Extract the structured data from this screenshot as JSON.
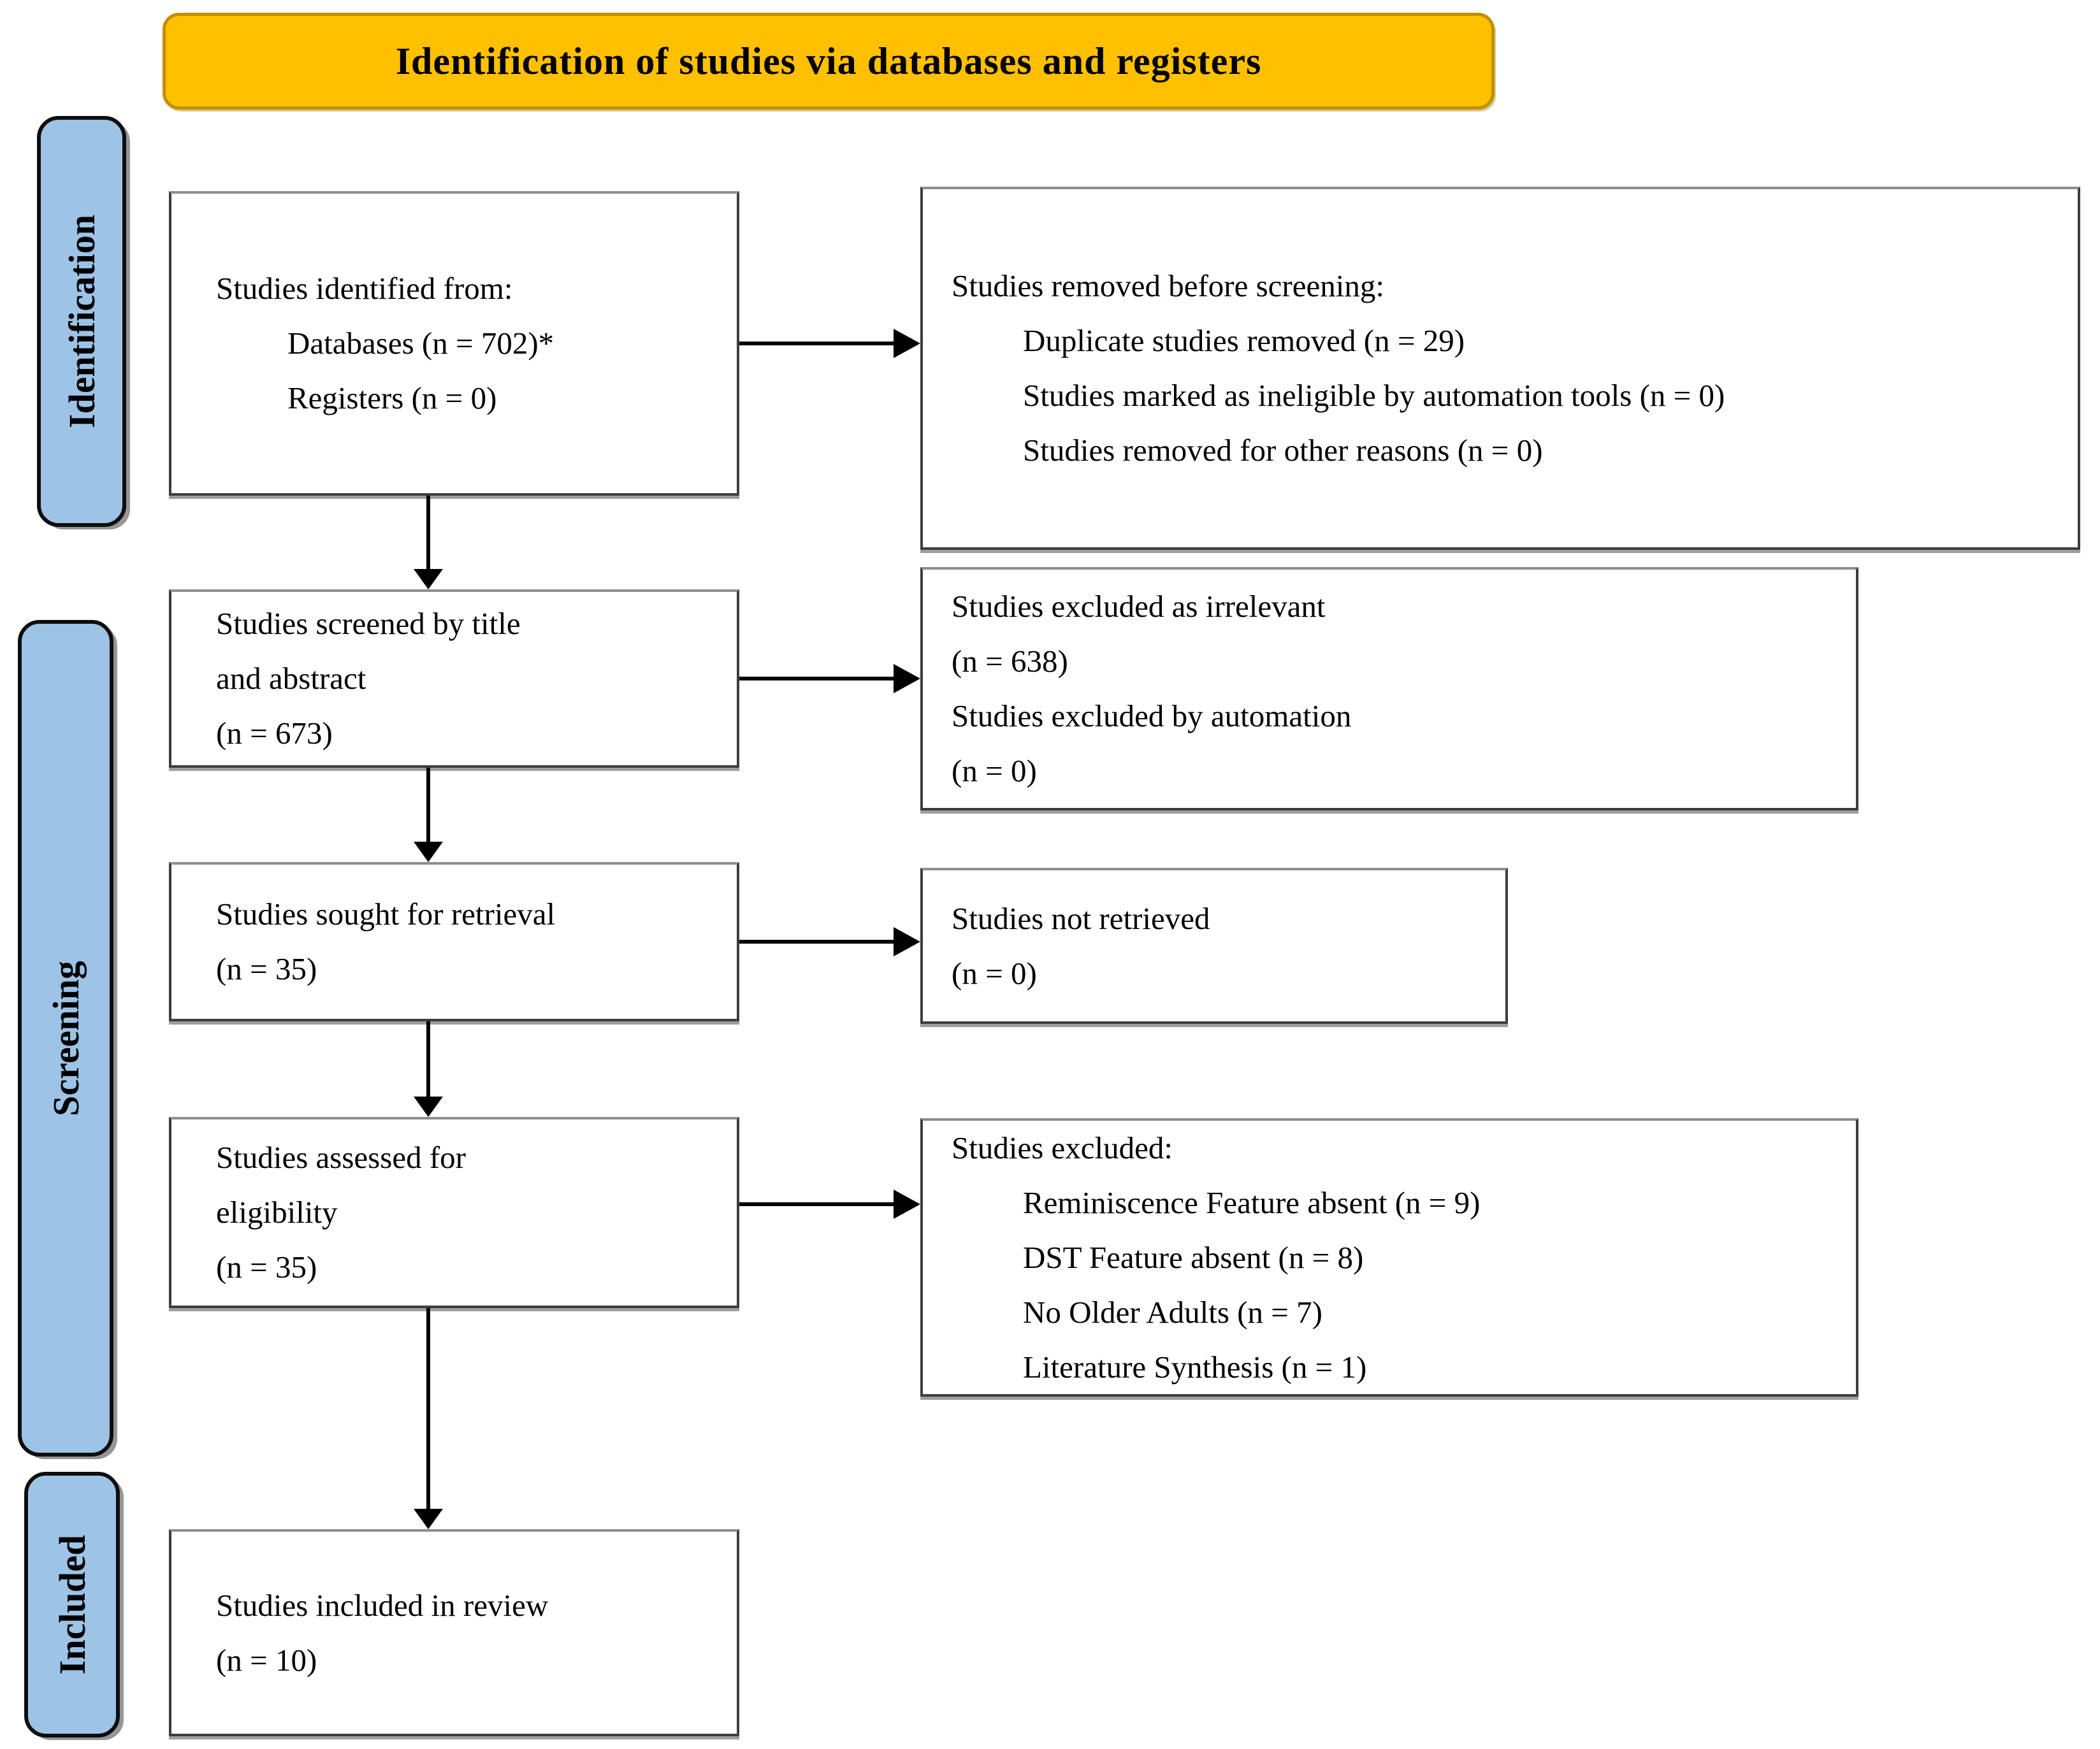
{
  "banner": {
    "title": "Identification of studies via databases and registers"
  },
  "stages": [
    {
      "label": "Identification"
    },
    {
      "label": "Screening"
    },
    {
      "label": "Included"
    }
  ],
  "boxes": {
    "identified": {
      "lines": [
        "Studies identified from:",
        "Databases (n = 702)*",
        "Registers (n = 0)"
      ]
    },
    "removed_before_screening": {
      "lines": [
        "Studies removed before screening:",
        "Duplicate studies removed (n = 29)",
        "Studies marked as ineligible by automation tools (n = 0)",
        "Studies removed for other reasons (n = 0)"
      ]
    },
    "screened": {
      "lines": [
        "Studies screened by title",
        "and abstract",
        "(n = 673)"
      ]
    },
    "excluded_screening": {
      "lines": [
        "Studies excluded as irrelevant",
        "(n = 638)",
        "Studies excluded by automation",
        "(n = 0)"
      ]
    },
    "sought": {
      "lines": [
        "Studies sought for retrieval",
        "(n = 35)"
      ]
    },
    "not_retrieved": {
      "lines": [
        "Studies not retrieved",
        "(n = 0)"
      ]
    },
    "assessed": {
      "lines": [
        "Studies assessed for",
        "eligibility",
        "(n = 35)"
      ]
    },
    "excluded_eligibility": {
      "lines": [
        "Studies excluded:",
        "Reminiscence Feature absent (n = 9)",
        "DST Feature absent (n = 8)",
        "No Older Adults (n = 7)",
        "Literature Synthesis (n = 1)"
      ]
    },
    "included": {
      "lines": [
        "Studies included in review",
        "(n = 10)"
      ]
    }
  },
  "colors": {
    "banner_bg": "#FFC000",
    "banner_border": "#BF9000",
    "stage_bg": "#9DC3E6",
    "stage_border": "#0D0D0D",
    "box_border": "#3D3D3D",
    "box_shadow": "#9E9E9E",
    "arrow": "#000000",
    "page_bg": "#FFFFFF",
    "text": "#000000"
  }
}
